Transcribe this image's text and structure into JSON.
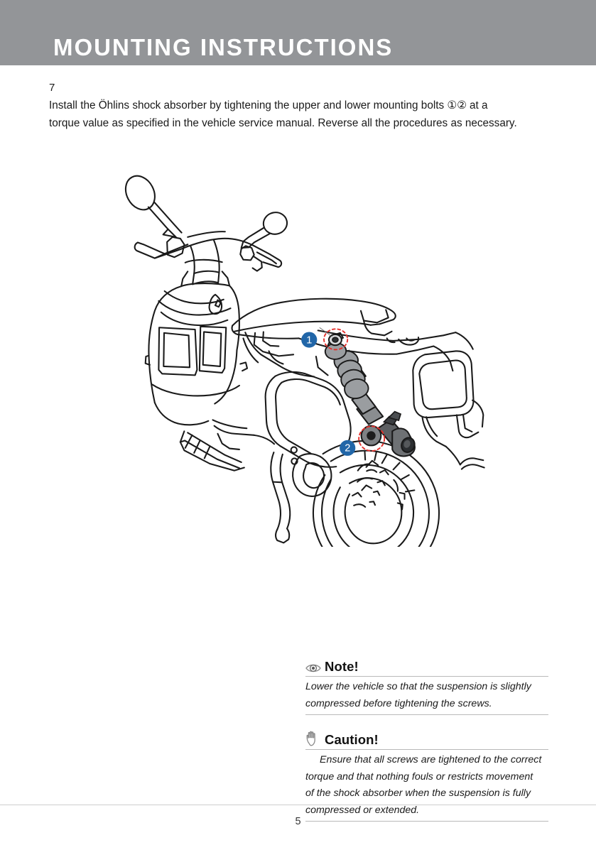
{
  "header": {
    "title": "MOUNTING INSTRUCTIONS",
    "band_color": "#939598",
    "title_color": "#ffffff"
  },
  "step": {
    "number": "7",
    "line1": "Install the Öhlins shock absorber by tightening the upper and lower mounting bolts ①②",
    "line2": "at a torque value as specified in the vehicle service manual. Reverse all the procedures as",
    "line3": "necessary."
  },
  "illustration": {
    "alt": "Line drawing of a scooter rear suspension with shock absorber mounting points",
    "callouts": [
      {
        "id": "1",
        "label": "1",
        "description": "upper mounting bolt"
      },
      {
        "id": "2",
        "label": "2",
        "description": "lower mounting bolt"
      }
    ],
    "callout_color": "#2166a8",
    "highlight_color": "#e3322d",
    "line_color": "#1a1a1a",
    "shock_color": "#8a8d90"
  },
  "advisories": [
    {
      "icon": "eye-icon",
      "title": "Note!",
      "lines": [
        "Lower the vehicle so that the suspension is slightly",
        "compressed before tightening the screws."
      ],
      "indent_first": false
    },
    {
      "icon": "hand-icon",
      "title": "Caution!",
      "lines": [
        "Ensure that all screws are tightened to the correct",
        "torque and that nothing fouls or restricts movement",
        "of the shock absorber when the suspension is fully",
        "compressed or extended."
      ],
      "indent_first": true
    }
  ],
  "footer": {
    "page_number": "5"
  }
}
